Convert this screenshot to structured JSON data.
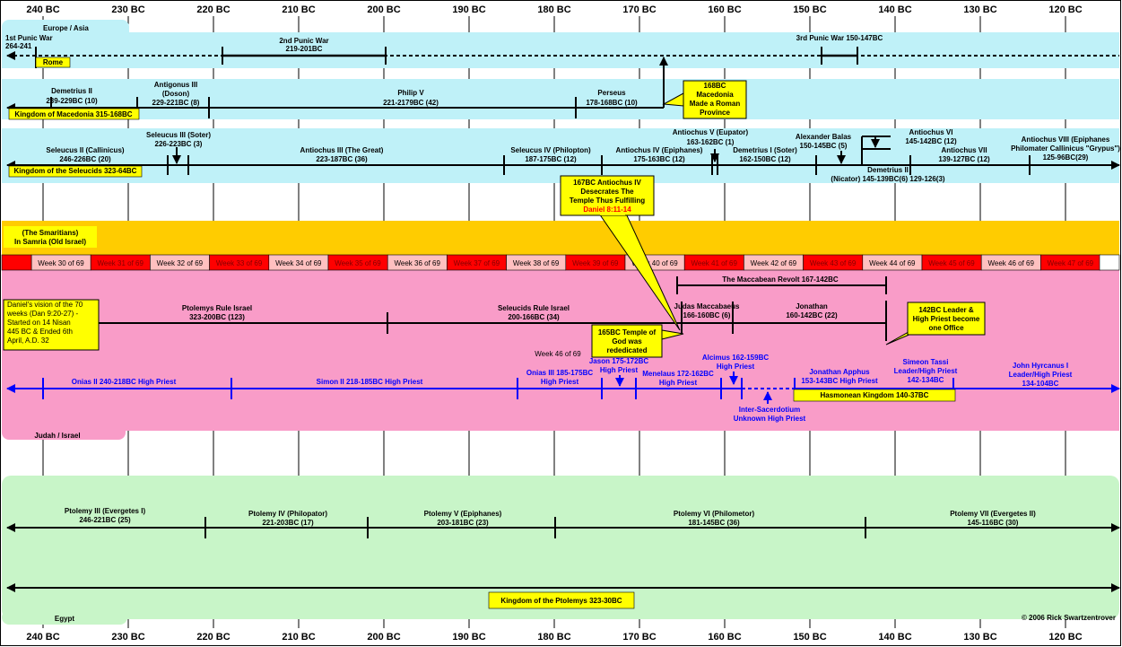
{
  "ticks": [
    "240 BC",
    "230 BC",
    "220 BC",
    "210 BC",
    "200 BC",
    "190 BC",
    "180 BC",
    "170 BC",
    "160 BC",
    "150 BC",
    "140 BC",
    "130 BC",
    "120 BC"
  ],
  "regions": {
    "europe_asia": "Europe / Asia",
    "samaritans": [
      "(The Smaritians)",
      "In Samria (Old Israel)"
    ],
    "judah": "Judah / Israel",
    "egypt": "Egypt"
  },
  "rome": {
    "war1": [
      "1st Punic War",
      "264-241"
    ],
    "war2": [
      "2nd Punic War",
      "219-201BC"
    ],
    "war3": "3rd Punic War 150-147BC",
    "label": "Rome"
  },
  "macedonia": {
    "label": "Kingdom of Macedonia 315-168BC",
    "rulers": [
      [
        "Demetrius II",
        "239-229BC (10)"
      ],
      [
        "Antigonus III",
        "(Doson)",
        "229-221BC (8)"
      ],
      [
        "Philip V",
        "221-2179BC (42)"
      ],
      [
        "Perseus",
        "178-168BC (10)"
      ]
    ],
    "callout": [
      "168BC",
      "Macedonia",
      "Made a Roman",
      "Province"
    ]
  },
  "seleucid": {
    "label": "Kingdom of the Seleucids 323-64BC",
    "rulers": [
      [
        "Seleucus II (Callinicus)",
        "246-226BC (20)"
      ],
      [
        "Seleucus III (Soter)",
        "226-223BC (3)"
      ],
      [
        "Antiochus III (The Great)",
        "223-187BC (36)"
      ],
      [
        "Seleucus IV (Philopton)",
        "187-175BC (12)"
      ],
      [
        "Antiochus IV (Epiphanes)",
        "175-163BC (12)"
      ],
      [
        "Antiochus V (Eupator)",
        "163-162BC (1)"
      ],
      [
        "Demetrius I (Soter)",
        "162-150BC (12)"
      ],
      [
        "Alexander Balas",
        "150-145BC (5)"
      ],
      [
        "Antiochus VI",
        "145-142BC (12)"
      ],
      [
        "Antiochus VII",
        "139-127BC (12)"
      ],
      [
        "Antiochus VIII (Epiphanes",
        "Philomater Callinicus \"Grypus\")",
        "125-96BC(29)"
      ]
    ],
    "demetrius2": [
      "Demetrius II",
      "(Nicator) 145-139BC(6) 129-126(3)"
    ]
  },
  "callout_167": [
    "167BC Antiochus IV",
    "Desecrates The",
    "Temple Thus Fulfilling",
    "Daniel 8:11-14"
  ],
  "weeks": [
    "Week 30 of 69",
    "Week 31 of 69",
    "Week 32 of 69",
    "Week 33 of 69",
    "Week 34 of 69",
    "Week 35 of 69",
    "Week 36 of 69",
    "Week 37 of 69",
    "Week 38 of 69",
    "Week 39 of 69",
    "Week 40 of 69",
    "Week 41 of 69",
    "Week 42 of 69",
    "Week 43 of 69",
    "Week 44 of 69",
    "Week 45 of 69",
    "Week 46 of 69",
    "Week 47 of 69"
  ],
  "colors": {
    "week_red": "#ff0000",
    "week_pink": "#ffc0c0",
    "priest_blue": "#0000ff",
    "callout_yellow": "#ffff00"
  },
  "daniel": [
    "Daniel's vision of the 70",
    "weeks (Dan 9:20-27) -",
    "Started on 14 Nisan",
    "445 BC & Ended 6th",
    "April, A.D. 32"
  ],
  "judah": {
    "ptolemys_rule": [
      "Ptolemys Rule Israel",
      "323-200BC (123)"
    ],
    "seleucids_rule": [
      "Seleucids Rule Israel",
      "200-166BC (34)"
    ],
    "maccabean": "The Maccabean Revolt 167-142BC",
    "judas": [
      "Judas Maccabaeus",
      "166-160BC (6)"
    ],
    "jonathan": [
      "Jonathan",
      "160-142BC (22)"
    ],
    "callout_165": [
      "165BC Temple of",
      "God was",
      "rededicated"
    ],
    "week46": "Week 46 of 69",
    "callout_142": [
      "142BC Leader &",
      "High Priest become",
      "one Office"
    ],
    "priests": {
      "onias2": "Onias II 240-218BC High Priest",
      "simon2": "Simon II 218-185BC High Priest",
      "onias3": [
        "Onias III 185-175BC",
        "High Priest"
      ],
      "jason": [
        "Jason 175-172BC",
        "High Priest"
      ],
      "menelaus": [
        "Menelaus 172-162BC",
        "High Priest"
      ],
      "alcimus": [
        "Alcimus 162-159BC",
        "High Priest"
      ],
      "intersacerdotium": [
        "Inter-Sacerdotium",
        "Unknown High Priest"
      ],
      "jonathan_apphus": [
        "Jonathan Apphus",
        "153-143BC  High Priest"
      ],
      "simeon": [
        "Simeon Tassi",
        "Leader/High Priest",
        "142-134BC"
      ],
      "hyrcanus": [
        "John Hyrcanus I",
        "Leader/High Priest",
        "134-104BC"
      ]
    },
    "hasmonean": "Hasmonean Kingdom 140-37BC"
  },
  "ptolemies": {
    "rulers": [
      [
        "Ptolemy III (Evergetes I)",
        "246-221BC (25)"
      ],
      [
        "Ptolemy IV (Philopator)",
        "221-203BC (17)"
      ],
      [
        "Ptolemy V (Epiphanes)",
        "203-181BC (23)"
      ],
      [
        "Ptolemy VI (Philometor)",
        "181-145BC (36)"
      ],
      [
        "Ptolemy VII (Evergetes II)",
        "145-116BC (30)"
      ]
    ],
    "kingdom": "Kingdom of the Ptolemys 323-30BC"
  },
  "copyright": "© 2006 Rick Swartzentrover"
}
